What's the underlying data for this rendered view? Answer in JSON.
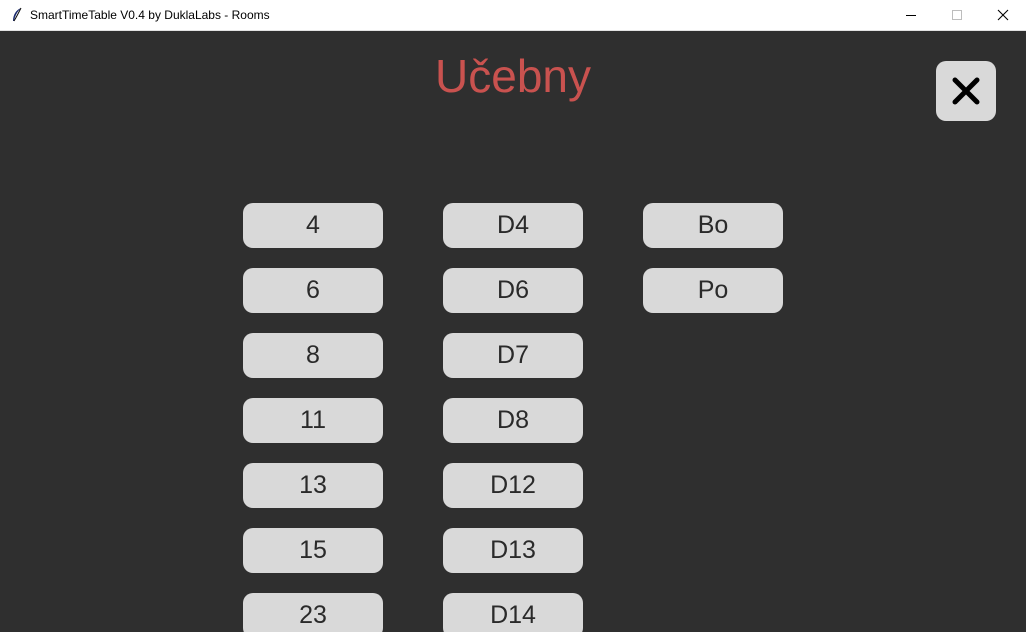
{
  "window": {
    "title": "SmartTimeTable V0.4 by DuklaLabs - Rooms",
    "controls": [
      "minimize-icon",
      "maximize-icon",
      "close-icon"
    ]
  },
  "header": {
    "title": "Učebny",
    "close_icon": "close-x-icon"
  },
  "rooms": {
    "column1": [
      "4",
      "6",
      "8",
      "11",
      "13",
      "15",
      "23"
    ],
    "column2": [
      "D4",
      "D6",
      "D7",
      "D8",
      "D12",
      "D13",
      "D14"
    ],
    "column3": [
      "Bo",
      "Po"
    ]
  },
  "colors": {
    "background": "#2f2f2f",
    "title": "#c9524f",
    "button": "#d9d9d9",
    "button_text": "#2a2a2a"
  }
}
